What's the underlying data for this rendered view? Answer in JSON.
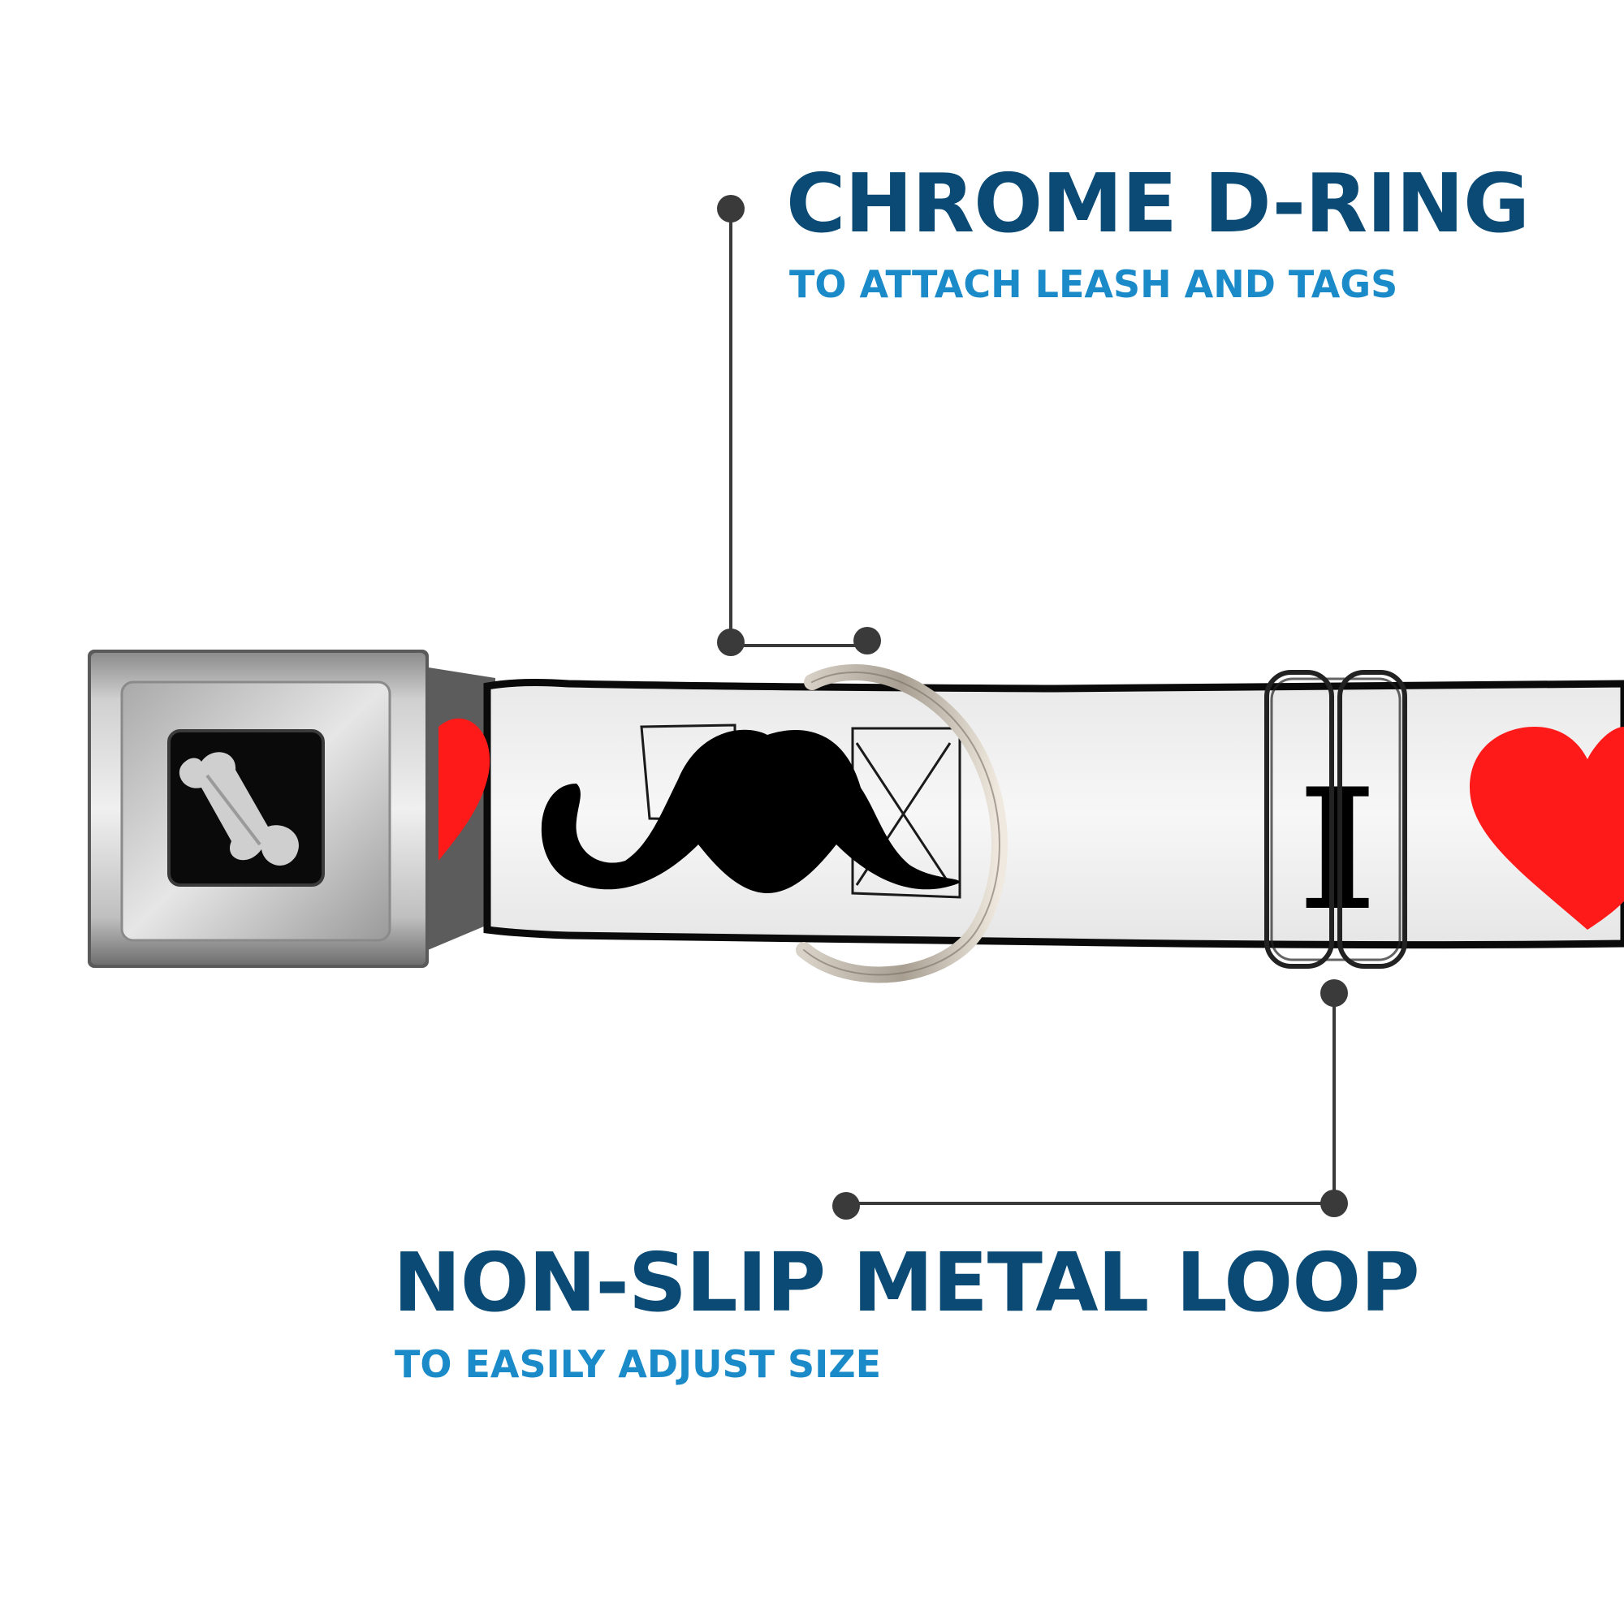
{
  "callouts": {
    "dring": {
      "title": "CHROME D-RING",
      "subtitle": "TO ATTACH LEASH AND TAGS"
    },
    "loop": {
      "title": "NON-SLIP METAL LOOP",
      "subtitle": "TO EASILY ADJUST SIZE"
    }
  },
  "colors": {
    "title": "#0a4a74",
    "subtitle": "#1a8ac8",
    "leader": "#3a3a3a",
    "heart": "#ff1a1a",
    "strap": "#f4f4f4",
    "strap_edge": "#0a0a0a",
    "ink": "#000000",
    "background": "#ffffff"
  },
  "collar": {
    "print_letter": "I",
    "icons": [
      "bone-icon",
      "heart-icon",
      "mustache-icon",
      "d-ring-icon",
      "loop-icon"
    ]
  }
}
